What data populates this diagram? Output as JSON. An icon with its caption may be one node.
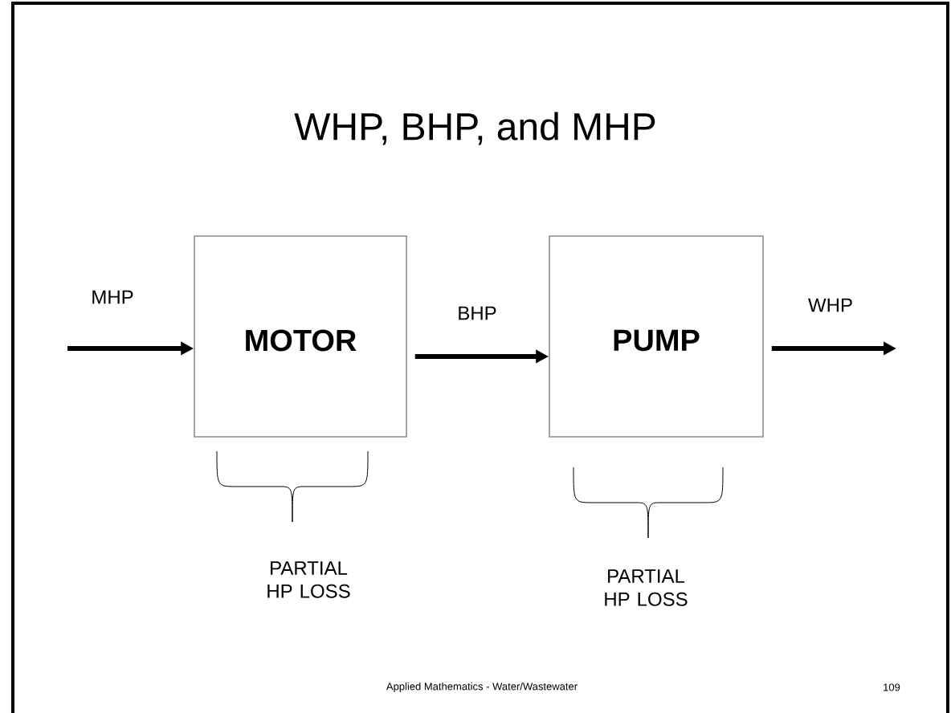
{
  "diagram": {
    "title": "WHP, BHP, and MHP",
    "nodes": [
      {
        "text": [
          "MOTOR"
        ]
      },
      {
        "text": [
          "PUMP"
        ]
      }
    ],
    "edges": [
      {
        "from": null,
        "to": 0,
        "arrow": "to",
        "label": "MHP"
      },
      {
        "from": 0,
        "to": 1,
        "arrow": "to",
        "label": "BHP"
      },
      {
        "from": 1,
        "to": null,
        "arrow": "to",
        "label": "WHP"
      }
    ],
    "labels": [
      "PARTIAL HP LOSS",
      "PARTIAL HP LOSS",
      "Applied Mathematics - Water/Wastewater",
      "109"
    ]
  }
}
